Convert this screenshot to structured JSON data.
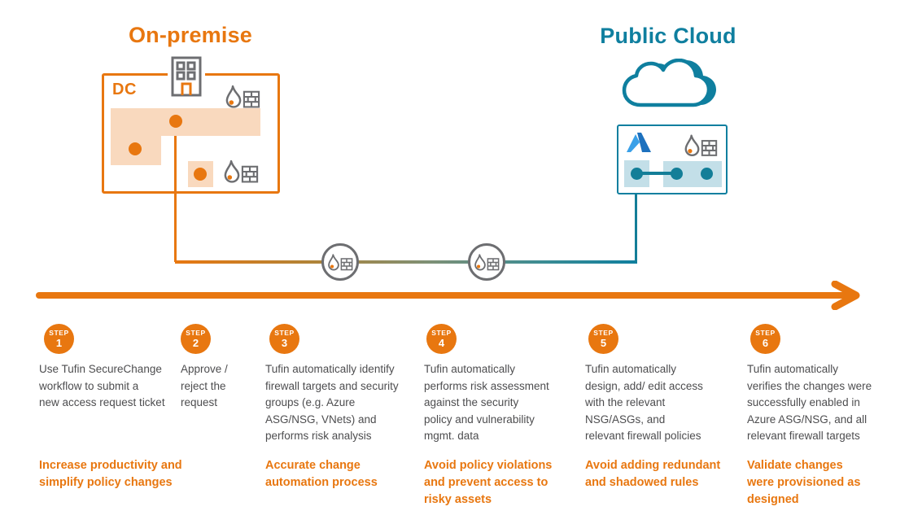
{
  "colors": {
    "orange": "#E87710",
    "teal": "#0F7F9F",
    "icon_gray": "#6D6E71",
    "text_gray": "#4D4D4F",
    "peach": "#F9D9BE",
    "light_teal": "#C3DFE8",
    "azure_blue_dark": "#1D71BE",
    "azure_blue_light": "#3AA0E8"
  },
  "onpremise": {
    "title": "On-premise",
    "dc_label": "DC"
  },
  "cloud": {
    "title": "Public Cloud"
  },
  "icons": {
    "building": "building-icon",
    "firewall": "firewall-icon",
    "cloud": "cloud-icon",
    "azure": "azure-logo-icon",
    "arrow": "timeline-arrow-icon"
  },
  "steps": [
    {
      "badge": "STEP",
      "number": "1",
      "description_lines": [
        "Use Tufin SecureChange",
        "workflow to submit a",
        "new access request ticket"
      ],
      "benefit_lines": [
        "Increase productivity and",
        "simplify policy changes"
      ]
    },
    {
      "badge": "STEP",
      "number": "2",
      "description_lines": [
        "Approve /",
        "reject the",
        "request"
      ],
      "benefit_lines": []
    },
    {
      "badge": "STEP",
      "number": "3",
      "description_lines": [
        "Tufin automatically identify",
        "firewall targets and security",
        "groups (e.g. Azure",
        "ASG/NSG, VNets) and",
        "performs risk analysis"
      ],
      "benefit_lines": [
        "Accurate change",
        "automation process"
      ]
    },
    {
      "badge": "STEP",
      "number": "4",
      "description_lines": [
        "Tufin automatically",
        "performs risk assessment",
        "against the security",
        "policy and vulnerability",
        "mgmt. data"
      ],
      "benefit_lines": [
        "Avoid policy violations",
        "and prevent access to",
        "risky assets"
      ]
    },
    {
      "badge": "STEP",
      "number": "5",
      "description_lines": [
        "Tufin automatically",
        "design, add/ edit access",
        "with the relevant",
        "NSG/ASGs, and",
        "relevant firewall policies"
      ],
      "benefit_lines": [
        "Avoid adding redundant",
        "and shadowed rules"
      ]
    },
    {
      "badge": "STEP",
      "number": "6",
      "description_lines": [
        "Tufin automatically",
        "verifies the changes were",
        "successfully enabled in",
        "Azure ASG/NSG, and all",
        "relevant firewall targets"
      ],
      "benefit_lines": [
        "Validate changes",
        "were provisioned as",
        "designed"
      ]
    }
  ]
}
